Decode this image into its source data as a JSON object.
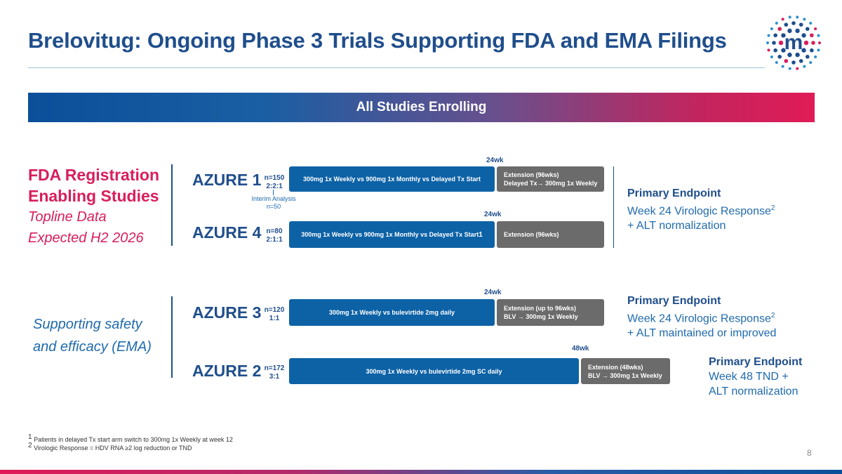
{
  "title": "Brelovitug: Ongoing Phase 3 Trials Supporting FDA and EMA Filings",
  "banner": "All Studies Enrolling",
  "fda_section": {
    "heading_line1": "FDA Registration",
    "heading_line2": "Enabling Studies",
    "sub_line1": "Topline Data",
    "sub_line2": "Expected H2 2026"
  },
  "ema_section": {
    "line1": "Supporting safety",
    "line2": "and efficacy (EMA)"
  },
  "studies": {
    "azure1": {
      "name": "AZURE 1",
      "n": "n=150",
      "ratio": "2:2:1",
      "week": "24wk",
      "arm": "300mg 1x Weekly  vs  900mg 1x Monthly  vs  Delayed Tx Start",
      "ext_line1": "Extension (96wks)",
      "ext_line2": "Delayed Tx→ 300mg 1x Weekly",
      "interim_line1": "Interim Analysis",
      "interim_line2": "n=50"
    },
    "azure4": {
      "name": "AZURE 4",
      "n": "n=80",
      "ratio": "2:1:1",
      "week": "24wk",
      "arm": "300mg 1x Weekly  vs  900mg 1x Monthly  vs  Delayed Tx Start",
      "arm_sup": "1",
      "ext_line1": "Extension (96wks)"
    },
    "azure3": {
      "name": "AZURE 3",
      "n": "n=120",
      "ratio": "1:1",
      "week": "24wk",
      "arm": "300mg 1x Weekly  vs  bulevirtide 2mg daily",
      "ext_line1": "Extension (up to 96wks)",
      "ext_line2": "BLV → 300mg 1x Weekly"
    },
    "azure2": {
      "name": "AZURE 2",
      "n": "n=172",
      "ratio": "3:1",
      "week": "48wk",
      "arm": "300mg 1x Weekly  vs  bulevirtide 2mg SC daily",
      "ext_line1": "Extension (48wks)",
      "ext_line2": "BLV → 300mg 1x Weekly"
    }
  },
  "endpoints": {
    "fda": {
      "title": "Primary Endpoint",
      "line1": "Week 24 Virologic Response",
      "line1_sup": "2",
      "line2": "+ ALT normalization"
    },
    "azure3": {
      "title": "Primary Endpoint",
      "line1": "Week 24 Virologic Response",
      "line1_sup": "2",
      "line2": "+ ALT maintained or improved"
    },
    "azure2": {
      "title": "Primary Endpoint",
      "line1": "Week 48 TND +",
      "line2": "ALT normalization"
    }
  },
  "footnotes": {
    "fn1_num": "1",
    "fn1": "Patients in delayed Tx start arm switch to  300mg 1x Weekly at week 12",
    "fn2_num": "2",
    "fn2": "Virologic Response = HDV RNA ≥2 log reduction or TND"
  },
  "page_number": "8",
  "colors": {
    "navy": "#1f4e8c",
    "magenta": "#d81e5b",
    "bar_blue": "#0d62a6",
    "ext_gray": "#6b6b6b"
  },
  "logo_icon": "company-logo-m-dots"
}
